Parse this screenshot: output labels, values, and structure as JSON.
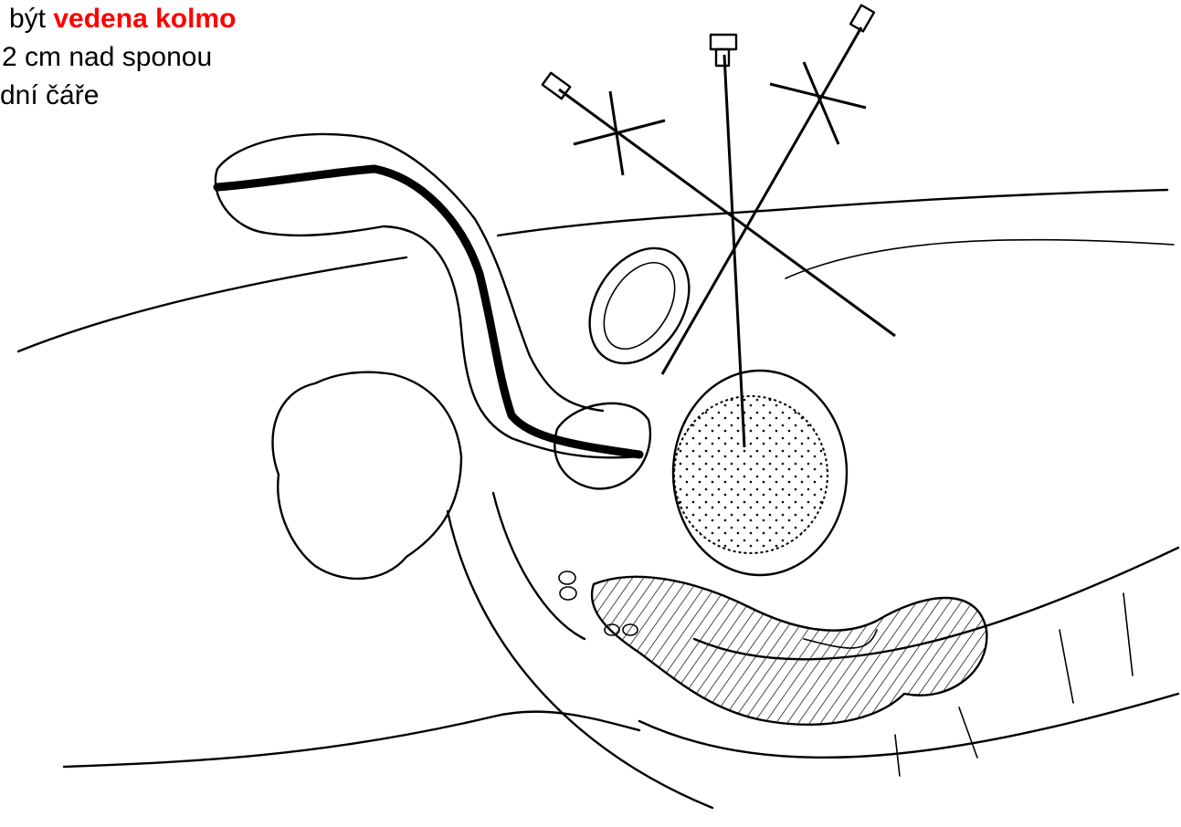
{
  "caption": {
    "line1_prefix": "být ",
    "line1_emphasis": "vedena kolmo",
    "line2": "2 cm nad sponou",
    "line3": "dní čáře"
  },
  "colors": {
    "emphasis": "#ff0000",
    "line": "#000000",
    "background": "#ffffff"
  },
  "icons": [
    "needle-icon",
    "cross-mark-icon"
  ]
}
